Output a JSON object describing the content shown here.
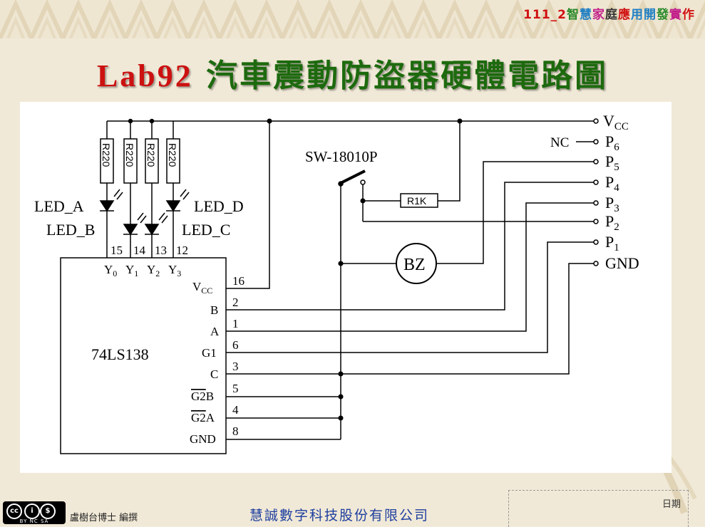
{
  "header": {
    "course_parts": [
      {
        "text": "111_2",
        "color": "#d01212"
      },
      {
        "text": " 智",
        "color": "#2a8a2a"
      },
      {
        "text": "慧",
        "color": "#1f7fc4"
      },
      {
        "text": "家",
        "color": "#c21f8a"
      },
      {
        "text": "庭",
        "color": "#333333"
      },
      {
        "text": "應",
        "color": "#d01212"
      },
      {
        "text": "用",
        "color": "#1f7fc4"
      },
      {
        "text": "開",
        "color": "#1f7fc4"
      },
      {
        "text": "發",
        "color": "#2a8a2a"
      },
      {
        "text": "實",
        "color": "#c21f8a"
      },
      {
        "text": "作",
        "color": "#d01212"
      }
    ],
    "title_lab": "Lab92",
    "title_rest": " 汽車震動防盜器硬體電路圖"
  },
  "diagram": {
    "chip_name": "74LS138",
    "switch_label": "SW-18010P",
    "resistor_label": "R1K",
    "buzzer_label": "BZ",
    "led_resistor_label": "R220",
    "led_labels": {
      "a": "LED_A",
      "b": "LED_B",
      "c": "LED_C",
      "d": "LED_D"
    },
    "output_pins": [
      {
        "name": "Y",
        "sub": "0",
        "num": "15"
      },
      {
        "name": "Y",
        "sub": "1",
        "num": "14"
      },
      {
        "name": "Y",
        "sub": "2",
        "num": "13"
      },
      {
        "name": "Y",
        "sub": "3",
        "num": "12"
      }
    ],
    "chip_pins": {
      "vcc": {
        "name": "V",
        "sub": "CC",
        "num": "16"
      },
      "b": {
        "name": "B",
        "num": "2"
      },
      "a": {
        "name": "A",
        "num": "1"
      },
      "g1": {
        "name": "G1",
        "num": "6"
      },
      "c": {
        "name": "C",
        "num": "3"
      },
      "g2b": {
        "name": "G2",
        "suffix": "B",
        "num": "5"
      },
      "g2a": {
        "name": "G2",
        "suffix": "A",
        "num": "4"
      },
      "gnd": {
        "name": "GND",
        "num": "8"
      }
    },
    "terminals": {
      "vcc": {
        "name": "V",
        "sub": "CC"
      },
      "p6": {
        "name": "P",
        "sub": "6"
      },
      "p5": {
        "name": "P",
        "sub": "5"
      },
      "p4": {
        "name": "P",
        "sub": "4"
      },
      "p3": {
        "name": "P",
        "sub": "3"
      },
      "p2": {
        "name": "P",
        "sub": "2"
      },
      "p1": {
        "name": "P",
        "sub": "1"
      },
      "gnd": {
        "name": "GND"
      },
      "nc": "NC"
    }
  },
  "footer": {
    "license": {
      "cc": "cc",
      "by": "i",
      "nc": "$",
      "labels": "BY  NC  SA"
    },
    "author": "盧樹台博士 編撰",
    "company": "慧誠數字科技股份有限公司",
    "date_label": "日期"
  }
}
